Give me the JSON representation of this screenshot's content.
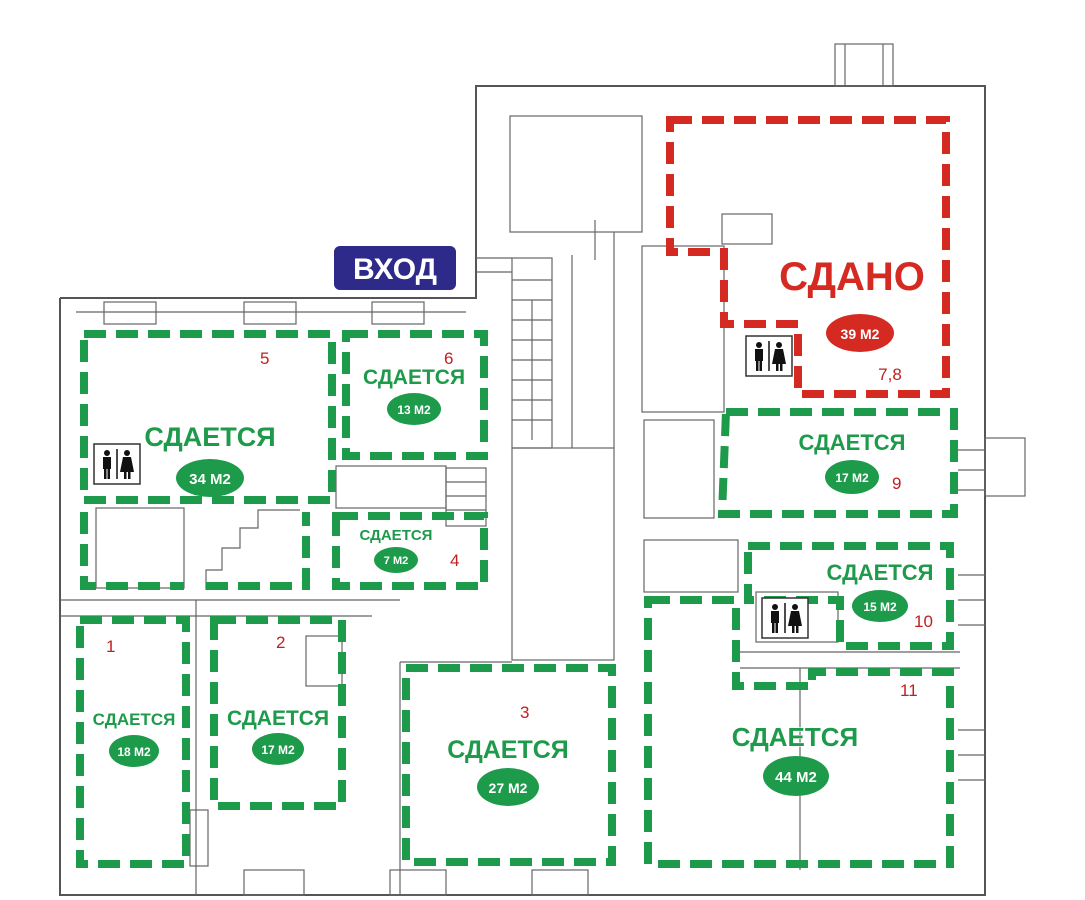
{
  "entrance": {
    "label": "ВХОД"
  },
  "rented": {
    "label": "СДАНО",
    "area": "39 М2",
    "rooms": "7,8"
  },
  "rooms": [
    {
      "number": "5",
      "status": "СДАЕТСЯ",
      "area": "34 М2"
    },
    {
      "number": "6",
      "status": "СДАЕТСЯ",
      "area": "13 М2"
    },
    {
      "number": "4",
      "status": "СДАЕТСЯ",
      "area": "7 М2"
    },
    {
      "number": "1",
      "status": "СДАЕТСЯ",
      "area": "18 М2"
    },
    {
      "number": "2",
      "status": "СДАЕТСЯ",
      "area": "17 М2"
    },
    {
      "number": "3",
      "status": "СДАЕТСЯ",
      "area": "27 М2"
    },
    {
      "number": "9",
      "status": "СДАЕТСЯ",
      "area": "17 М2"
    },
    {
      "number": "10",
      "status": "СДАЕТСЯ",
      "area": "15 М2"
    },
    {
      "number": "11",
      "status": "СДАЕТСЯ",
      "area": "44 М2"
    }
  ],
  "colors": {
    "available": "#1e9a4b",
    "rented": "#d42a22",
    "entrance": "#2e2a8a"
  },
  "icons": [
    "restroom-icon",
    "restroom-icon",
    "restroom-icon",
    "restroom-icon"
  ]
}
